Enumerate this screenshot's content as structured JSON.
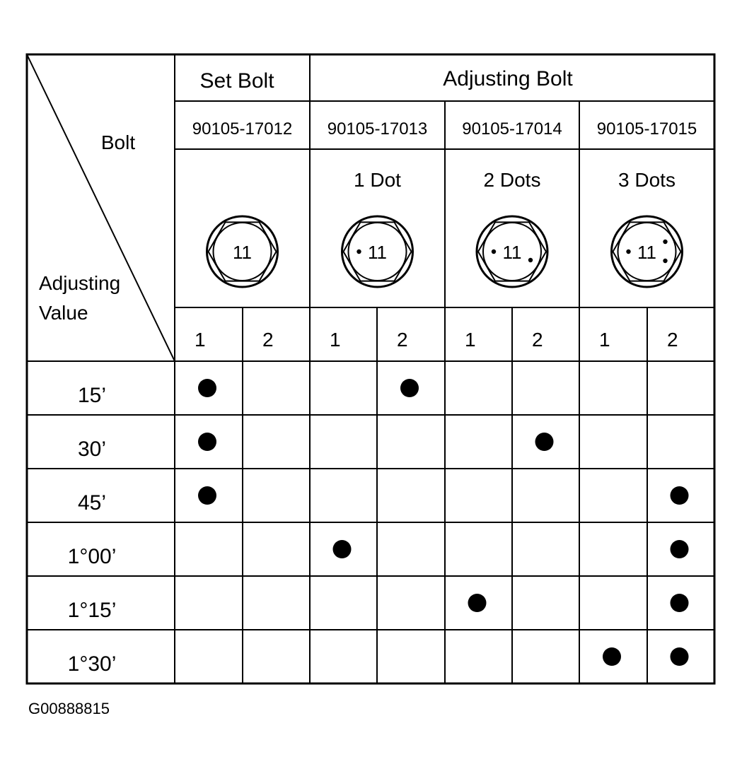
{
  "header": {
    "corner_top": "Bolt",
    "corner_bottom_line1": "Adjusting",
    "corner_bottom_line2": "Value",
    "set_bolt": "Set Bolt",
    "adjusting_bolt": "Adjusting Bolt"
  },
  "bolts": [
    {
      "part_number": "90105-17012",
      "dot_label": "",
      "head_mark": "11",
      "dots": 0
    },
    {
      "part_number": "90105-17013",
      "dot_label": "1 Dot",
      "head_mark": "11",
      "dots": 1
    },
    {
      "part_number": "90105-17014",
      "dot_label": "2 Dots",
      "head_mark": "11",
      "dots": 2
    },
    {
      "part_number": "90105-17015",
      "dot_label": "3 Dots",
      "head_mark": "11",
      "dots": 3
    }
  ],
  "sub_columns": [
    "1",
    "2",
    "1",
    "2",
    "1",
    "2",
    "1",
    "2"
  ],
  "rows": [
    {
      "value": "15’",
      "marks": [
        1,
        0,
        0,
        1,
        0,
        0,
        0,
        0
      ]
    },
    {
      "value": "30’",
      "marks": [
        1,
        0,
        0,
        0,
        0,
        1,
        0,
        0
      ]
    },
    {
      "value": "45’",
      "marks": [
        1,
        0,
        0,
        0,
        0,
        0,
        0,
        1
      ]
    },
    {
      "value": "1°00’",
      "marks": [
        0,
        0,
        1,
        0,
        0,
        0,
        0,
        1
      ]
    },
    {
      "value": "1°15’",
      "marks": [
        0,
        0,
        0,
        0,
        1,
        0,
        0,
        1
      ]
    },
    {
      "value": "1°30’",
      "marks": [
        0,
        0,
        0,
        0,
        0,
        0,
        1,
        1
      ]
    }
  ],
  "figure_id": "G00888815"
}
